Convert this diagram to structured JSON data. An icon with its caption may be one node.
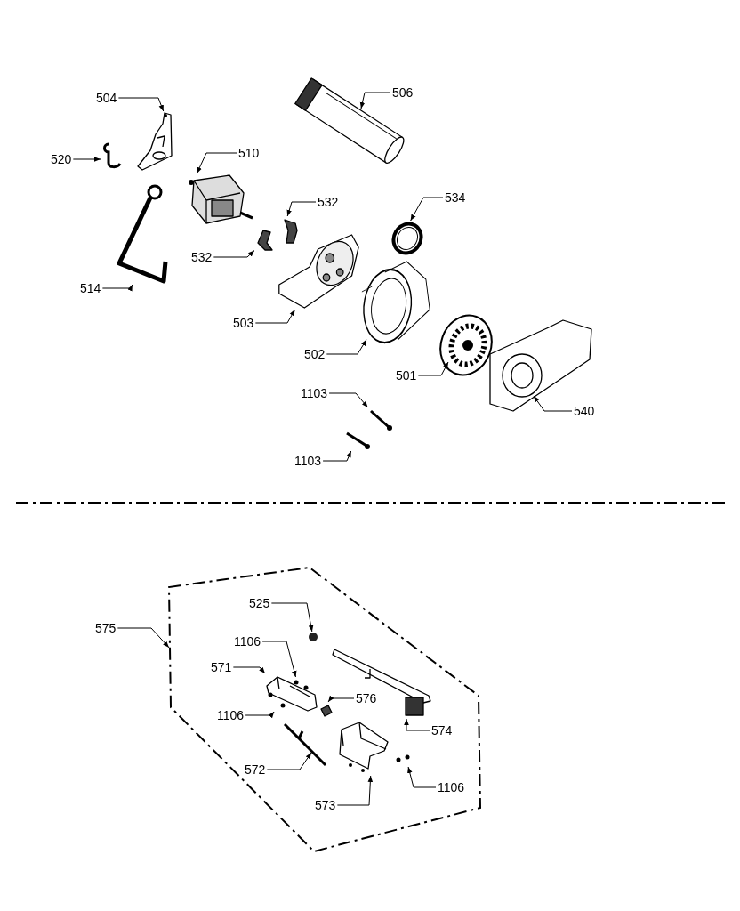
{
  "diagram": {
    "nodes": [
      {
        "text": [
          "504"
        ]
      },
      {
        "text": [],
        "shape": "picture"
      },
      {
        "text": [
          "506"
        ]
      },
      {
        "text": [],
        "shape": "picture"
      },
      {
        "text": [
          "520"
        ]
      },
      {
        "text": [],
        "shape": "picture"
      },
      {
        "text": [
          "510"
        ]
      },
      {
        "text": [],
        "shape": "picture"
      },
      {
        "text": [
          "532"
        ]
      },
      {
        "text": [],
        "shape": "picture"
      },
      {
        "text": [
          "534"
        ]
      },
      {
        "text": [],
        "shape": "picture"
      },
      {
        "text": [
          "532"
        ]
      },
      {
        "text": [],
        "shape": "picture"
      },
      {
        "text": [
          "514"
        ]
      },
      {
        "text": [],
        "shape": "bar"
      },
      {
        "text": [
          "503"
        ]
      },
      {
        "text": [],
        "shape": "picture"
      },
      {
        "text": [
          "502"
        ]
      },
      {
        "text": [],
        "shape": "picture"
      },
      {
        "text": [
          "501"
        ]
      },
      {
        "text": [],
        "shape": "picture"
      },
      {
        "text": [
          "1103"
        ]
      },
      {
        "text": [],
        "shape": "picture"
      },
      {
        "text": [
          "540"
        ]
      },
      {
        "text": [],
        "shape": "picture"
      },
      {
        "text": [
          "1103"
        ]
      },
      {
        "text": [],
        "shape": "picture"
      },
      {
        "text": [
          "575"
        ]
      },
      {
        "text": [],
        "shape": "polygon"
      },
      {
        "text": [
          "525"
        ],
        "in": 29
      },
      {
        "text": [],
        "shape": "circle",
        "in": 29
      },
      {
        "text": [
          "1106"
        ],
        "in": 29
      },
      {
        "text": [],
        "shape": "picture",
        "in": 29
      },
      {
        "text": [
          "571"
        ],
        "in": 29
      },
      {
        "text": [],
        "shape": "picture",
        "in": 29
      },
      {
        "text": [
          "576"
        ],
        "in": 29
      },
      {
        "text": [],
        "shape": "picture",
        "in": 29
      },
      {
        "text": [
          "1106"
        ],
        "in": 29
      },
      {
        "text": [],
        "shape": "picture",
        "in": 29
      },
      {
        "text": [
          "574"
        ],
        "in": 29
      },
      {
        "text": [],
        "shape": "picture",
        "in": 29
      },
      {
        "text": [
          "572"
        ],
        "in": 29
      },
      {
        "text": [],
        "shape": "picture",
        "in": 29
      },
      {
        "text": [
          "1106"
        ],
        "in": 29
      },
      {
        "text": [],
        "shape": "picture",
        "in": 29
      },
      {
        "text": [
          "573"
        ],
        "in": 29
      },
      {
        "text": [],
        "shape": "picture",
        "in": 29
      }
    ],
    "edges": [
      {
        "from": 0,
        "to": 1,
        "arrow": "to"
      },
      {
        "from": 2,
        "to": 3,
        "arrow": "to"
      },
      {
        "from": 4,
        "to": 5,
        "arrow": "to"
      },
      {
        "from": 6,
        "to": 7,
        "arrow": "to"
      },
      {
        "from": 8,
        "to": 9,
        "arrow": "to"
      },
      {
        "from": 10,
        "to": 11,
        "arrow": "to"
      },
      {
        "from": 12,
        "to": 13,
        "arrow": "to"
      },
      {
        "from": 14,
        "to": 15,
        "arrow": "to"
      },
      {
        "from": 16,
        "to": 17,
        "arrow": "to"
      },
      {
        "from": 18,
        "to": 19,
        "arrow": "to"
      },
      {
        "from": 20,
        "to": 21,
        "arrow": "to"
      },
      {
        "from": 22,
        "to": 23,
        "arrow": "to"
      },
      {
        "from": 24,
        "to": 25,
        "arrow": "to"
      },
      {
        "from": 26,
        "to": 27,
        "arrow": "to"
      },
      {
        "from": 28,
        "to": 29,
        "arrow": "to"
      },
      {
        "from": 30,
        "to": 31,
        "arrow": "to"
      },
      {
        "from": 32,
        "to": 33,
        "arrow": "to"
      },
      {
        "from": 34,
        "to": 35,
        "arrow": "to"
      },
      {
        "from": 36,
        "to": 37,
        "arrow": "to"
      },
      {
        "from": 38,
        "to": 39,
        "arrow": "to"
      },
      {
        "from": 40,
        "to": 41,
        "arrow": "to"
      },
      {
        "from": 42,
        "to": 43,
        "arrow": "to"
      },
      {
        "from": 44,
        "to": 45,
        "arrow": "to"
      },
      {
        "from": 46,
        "to": 47,
        "arrow": "to"
      }
    ]
  }
}
